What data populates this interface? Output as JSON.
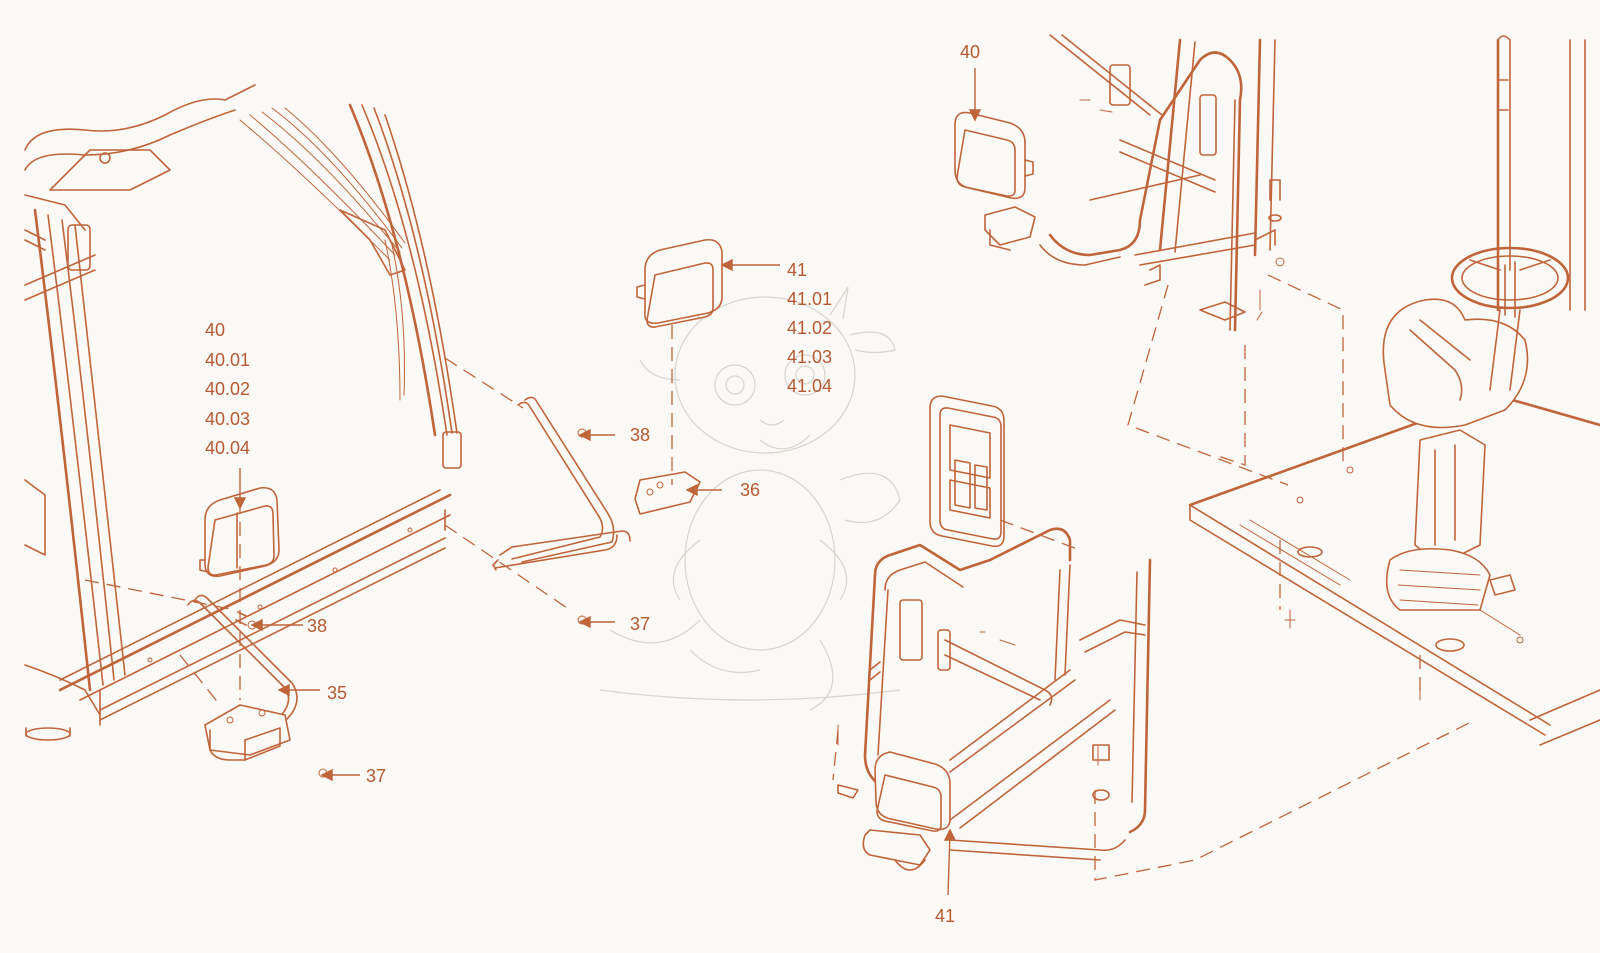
{
  "colors": {
    "line": "#c0643a",
    "text": "#b65a33",
    "background": "#faf9f6",
    "watermark": "#d8d4ce"
  },
  "watermark": {
    "icon": "baby-dragon-icon"
  },
  "labels": {
    "top_left_40": "40",
    "left_stack": [
      "40",
      "40.01",
      "40.02",
      "40.03",
      "40.04"
    ],
    "right_stack": [
      "41",
      "41.01",
      "41.02",
      "41.03",
      "41.04"
    ],
    "c38_left": "38",
    "c38_mid": "38",
    "c36": "36",
    "c37_mid": "37",
    "c37_bottom": "37",
    "c35": "35",
    "bottom_41": "41"
  }
}
